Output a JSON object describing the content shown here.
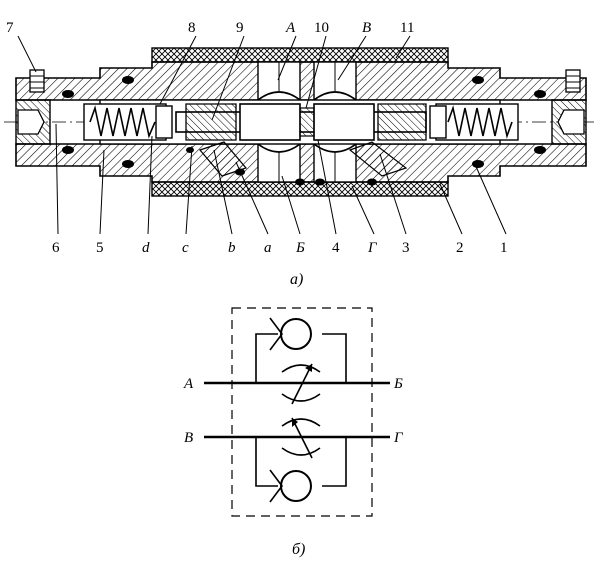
{
  "figure_a": {
    "caption": "а)",
    "top_labels": {
      "n7": "7",
      "n8": "8",
      "n9": "9",
      "A": "А",
      "n10": "10",
      "B": "В",
      "n11": "11"
    },
    "bottom_labels": {
      "n6": "6",
      "n5": "5",
      "d": "d",
      "c": "c",
      "b": "b",
      "a": "a",
      "Be": "Б",
      "n4": "4",
      "Ge": "Г",
      "n3": "3",
      "n2": "2",
      "n1": "1"
    }
  },
  "figure_b": {
    "caption": "б)",
    "labels": {
      "A": "А",
      "Be": "Б",
      "B": "В",
      "Ge": "Г"
    }
  }
}
